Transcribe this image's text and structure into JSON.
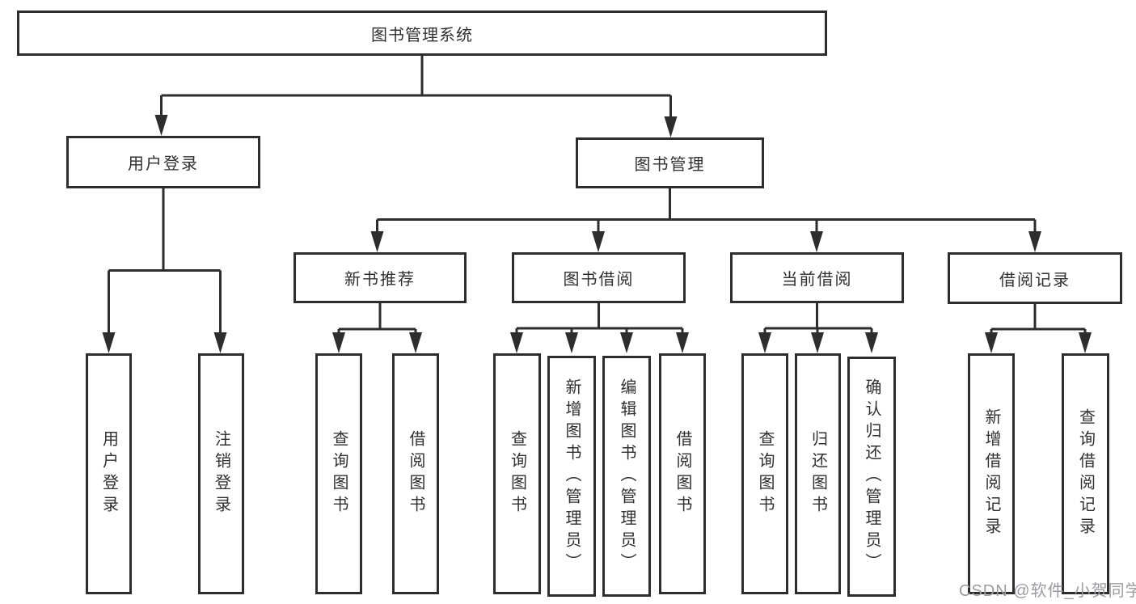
{
  "diagram": {
    "type": "org-tree",
    "title": "图书管理系统",
    "colors": {
      "line": "#2d2d2d",
      "box_border": "#2d2d2d",
      "box_bg": "#ffffff",
      "text": "#303030",
      "watermark": "#9b9ba3",
      "background": "#ffffff"
    },
    "nodes": {
      "root": "图书管理系统",
      "level2": {
        "user_login": "用户登录",
        "book_mgmt": "图书管理"
      },
      "level3": {
        "new_book_rec": "新书推荐",
        "book_borrow": "图书借阅",
        "current_borrow": "当前借阅",
        "borrow_record": "借阅记录"
      },
      "leaves": {
        "ul_login": "用户登录",
        "ul_logout": "注销登录",
        "nb_query": "查询图书",
        "nb_borrow": "借阅图书",
        "bb_query": "查询图书",
        "bb_add": "新增图书（管理员）",
        "bb_edit": "编辑图书（管理员）",
        "bb_borrow": "借阅图书",
        "cb_query": "查询图书",
        "cb_return": "归还图书",
        "cb_confirm": "确认归还（管理员）",
        "br_add": "新增借阅记录",
        "br_query": "查询借阅记录"
      }
    },
    "hierarchy": [
      {
        "label": "图书管理系统",
        "children": [
          {
            "label": "用户登录",
            "children": [
              {
                "label": "用户登录"
              },
              {
                "label": "注销登录"
              }
            ]
          },
          {
            "label": "图书管理",
            "children": [
              {
                "label": "新书推荐",
                "children": [
                  {
                    "label": "查询图书"
                  },
                  {
                    "label": "借阅图书"
                  }
                ]
              },
              {
                "label": "图书借阅",
                "children": [
                  {
                    "label": "查询图书"
                  },
                  {
                    "label": "新增图书（管理员）"
                  },
                  {
                    "label": "编辑图书（管理员）"
                  },
                  {
                    "label": "借阅图书"
                  }
                ]
              },
              {
                "label": "当前借阅",
                "children": [
                  {
                    "label": "查询图书"
                  },
                  {
                    "label": "归还图书"
                  },
                  {
                    "label": "确认归还（管理员）"
                  }
                ]
              },
              {
                "label": "借阅记录",
                "children": [
                  {
                    "label": "新增借阅记录"
                  },
                  {
                    "label": "查询借阅记录"
                  }
                ]
              }
            ]
          }
        ]
      }
    ],
    "watermark": "CSDN @软件_小贺同学"
  }
}
